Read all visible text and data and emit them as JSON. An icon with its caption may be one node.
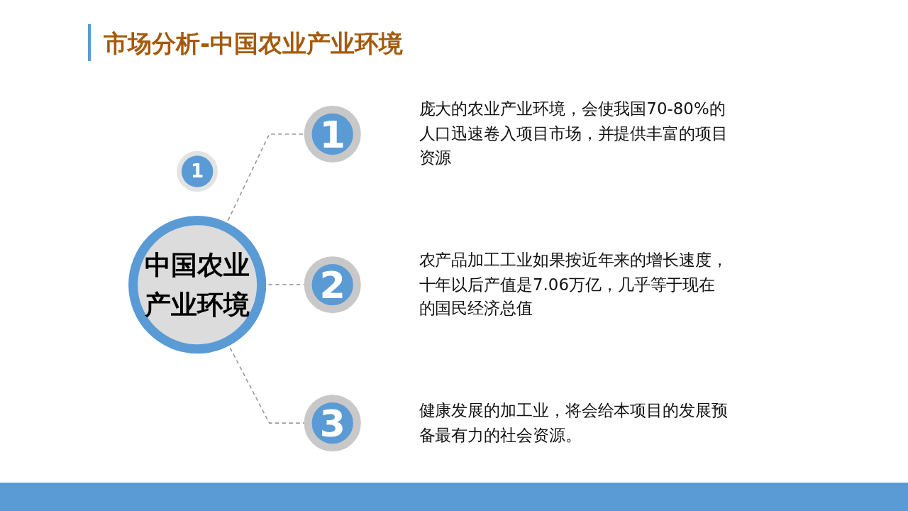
{
  "diagram": {
    "title": "市场分析-中国农业产业环境",
    "nodes": [
      {
        "text": [
          "1"
        ]
      },
      {
        "text": [
          "中国农业产业环境"
        ]
      },
      {
        "text": [
          "1"
        ],
        "beside": [
          "庞大的农业产业环境，会使我国70-80%的人口迅速卷入项目市场，并提供丰富的项目资源"
        ]
      },
      {
        "text": [
          "2"
        ],
        "beside": [
          "农产品加工工业如果按近年来的增长速度，十年以后产值是7.06万亿，几乎等于现在的国民经济总值"
        ]
      },
      {
        "text": [
          "3"
        ],
        "beside": [
          "健康发展的加工业，将会给本项目的发展预备最有力的社会资源。"
        ]
      }
    ],
    "edges": [
      {
        "from": 1,
        "to": 2,
        "arrow": "none",
        "style": "dashed"
      },
      {
        "from": 1,
        "to": 3,
        "arrow": "none",
        "style": "dashed"
      },
      {
        "from": 1,
        "to": 4,
        "arrow": "none",
        "style": "dashed"
      }
    ]
  }
}
